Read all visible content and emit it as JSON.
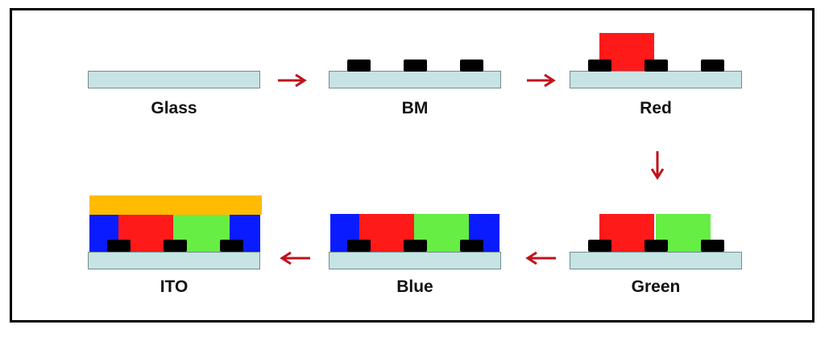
{
  "steps": [
    {
      "label": "Glass"
    },
    {
      "label": "BM"
    },
    {
      "label": "Red"
    },
    {
      "label": "Green"
    },
    {
      "label": "Blue"
    },
    {
      "label": "ITO"
    }
  ],
  "colors": {
    "glass": "#c8e3e3",
    "black_matrix": "#000000",
    "red": "#ff1a1a",
    "green": "#66ee44",
    "blue": "#0a1cff",
    "ito": "#ffbb00",
    "arrow": "#c0121a"
  }
}
